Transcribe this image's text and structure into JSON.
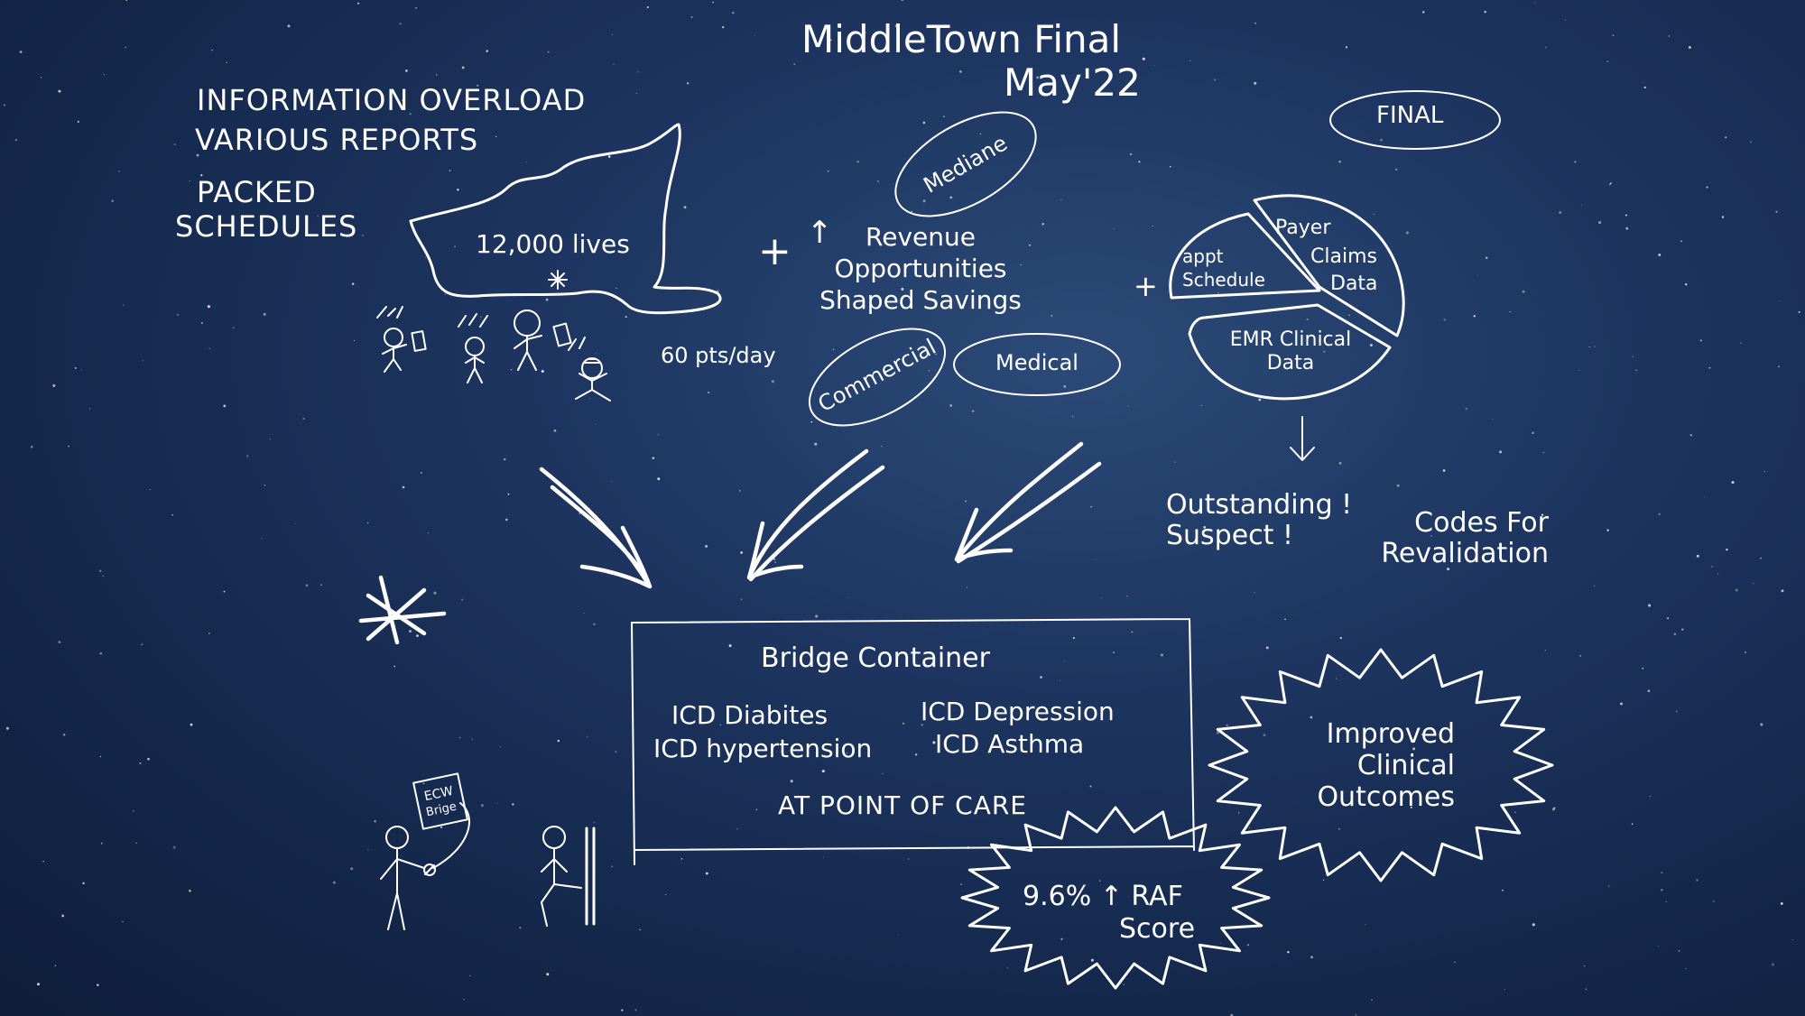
{
  "title": "MiddleTown Final",
  "date": "May'22",
  "final_tag": "FINAL",
  "problems": [
    "INFORMATION OVERLOAD",
    "VARIOUS REPORTS",
    "PACKED",
    "SCHEDULES"
  ],
  "region_label": "12,000 lives",
  "patients_per_day": "60 pts/day",
  "plus_sign": "+",
  "up_arrow": "↑",
  "revenue_lines": [
    "Revenue",
    "Opportunities",
    "Shaped Savings"
  ],
  "bubbles": {
    "mediane": "Mediane",
    "commercial": "Commercial",
    "medical": "Medical"
  },
  "pie_segments": {
    "appt_schedule": [
      "appt",
      "Schedule"
    ],
    "payer_claims": [
      "Payer",
      "Claims",
      "Data"
    ],
    "emr_clinical": [
      "EMR Clinical",
      "Data"
    ]
  },
  "down_arrow": "↓",
  "flags": [
    "Outstanding !",
    "Suspect !"
  ],
  "codes_for_revalidation": [
    "Codes For",
    "Revalidation"
  ],
  "bridge": {
    "title": "Bridge Container",
    "left_codes": [
      "ICD Diabites",
      "ICD hypertension"
    ],
    "right_codes": [
      "ICD Depression",
      "ICD Asthma"
    ],
    "footer": "AT POINT OF CARE"
  },
  "sign_text": [
    "ECW",
    "Brige"
  ],
  "starburst_outcomes": [
    "Improved",
    "Clinical",
    "Outcomes"
  ],
  "starburst_raf": [
    "9.6% ↑ RAF",
    "Score"
  ],
  "colors": {
    "background": "#1a2f55",
    "ink": "#ffffff"
  }
}
